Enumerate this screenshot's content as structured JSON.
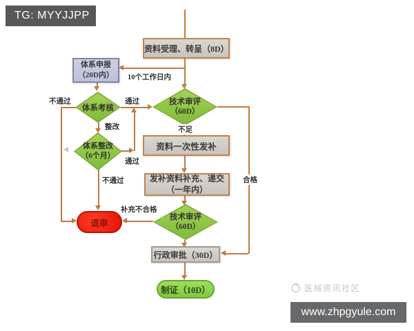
{
  "overlays": {
    "tg_badge": "TG: MYYJJPP",
    "website": "www.zhpgyule.com",
    "watermark": "医械资讯社区"
  },
  "flowchart": {
    "nodes": {
      "accept": {
        "line1": "资料受理、转呈（8D）"
      },
      "system_declare": {
        "line1": "体系申报",
        "line2": "（20D内）"
      },
      "system_audit": {
        "line1": "体系考核"
      },
      "tech_review_1": {
        "line1": "技术审评",
        "line2": "（60D）"
      },
      "system_rectify": {
        "line1": "体系整改",
        "line2": "（6个月）"
      },
      "supplement_notice": {
        "line1": "资料一次性发补"
      },
      "supplement_submit": {
        "line1": "发补资料补充、递交",
        "line2": "（一年内）"
      },
      "tech_review_2": {
        "line1": "技术审评",
        "line2": "（60D）"
      },
      "reject": {
        "line1": "退审"
      },
      "admin_approval": {
        "line1": "行政审批（30D）"
      },
      "certificate": {
        "line1": "制证（10D）"
      }
    },
    "labels": {
      "ten_working_days": "10个工作日内",
      "audit_fail": "不通过",
      "audit_pass": "通过",
      "rectify": "整改",
      "rectify_pass": "通过",
      "rectify_fail": "不通过",
      "insufficient": "不足",
      "qualified": "合格",
      "supplement_unqualified": "补充不合格"
    },
    "colors": {
      "arrow": "#bf7b3e",
      "process_fill": "#d1ccc7",
      "process_border": "#c08350",
      "decision_fill": "#8dc63f",
      "decision_border": "#7da437",
      "declare_fill": "#c4c9de",
      "declare_border": "#8084a8",
      "reject_fill": "#e8150d",
      "certificate_fill": "#8ed44d",
      "banner_bg": "#58585a",
      "watermark_color": "#c6c6c6"
    }
  }
}
